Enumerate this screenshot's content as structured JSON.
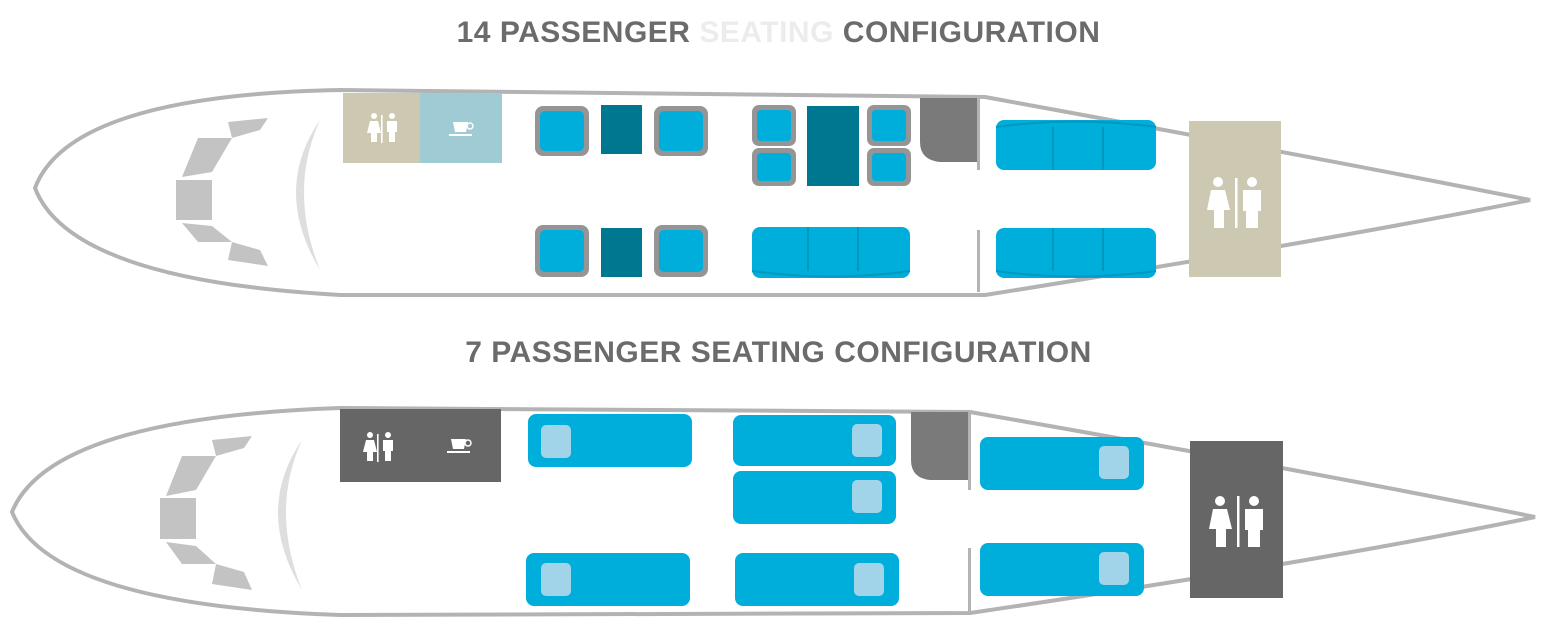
{
  "configurations": [
    {
      "title": {
        "lead": "14 PASSENGER",
        "middle": "SEATING",
        "trail": "CONFIGURATION"
      },
      "passengers": 14,
      "faded_word": true
    },
    {
      "title": {
        "lead": "7 PASSENGER",
        "middle": "SEATING",
        "trail": "CONFIGURATION"
      },
      "passengers": 7,
      "faded_word": false
    }
  ],
  "icons": {
    "lavatory": "restroom-icon",
    "galley": "coffee-cup-icon",
    "window": "cockpit-window-icon"
  },
  "colors": {
    "seat": "#00aedb",
    "seat_border": "#959595",
    "table": "#007791",
    "lav_beige": "#cdc8b1",
    "galley_blue": "#9fcbd4",
    "dark_gray": "#666666",
    "fuselage": "#b3b3b3",
    "title": "#6b6b6b"
  }
}
